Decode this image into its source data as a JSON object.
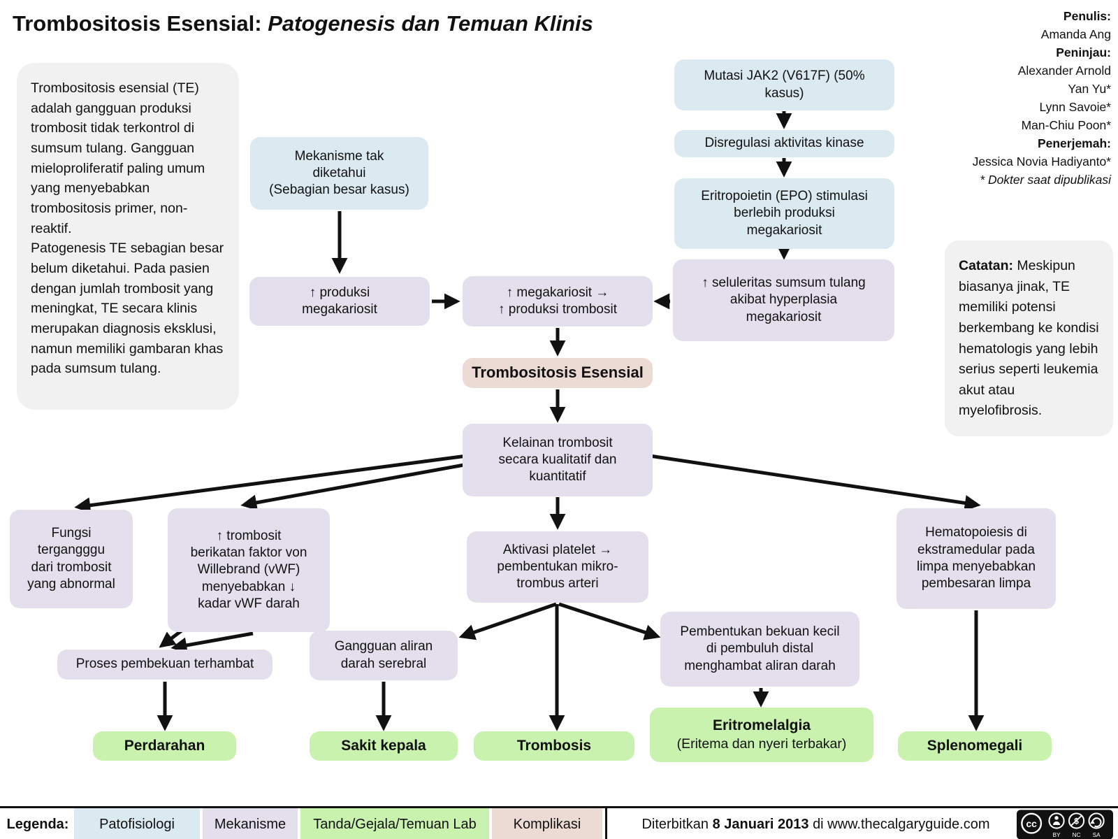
{
  "title": {
    "main": "Trombositosis Esensial:",
    "subtitle": "Patogenesis dan Temuan Klinis"
  },
  "credits": {
    "lines": [
      {
        "text": "Penulis:"
      },
      {
        "text": "Amanda Ang"
      },
      {
        "text": "Peninjau:"
      },
      {
        "text": "Alexander Arnold"
      },
      {
        "text": "Yan Yu*"
      },
      {
        "text": "Lynn Savoie*"
      },
      {
        "text": "Man-Chiu Poon*"
      },
      {
        "text": "Penerjemah:"
      },
      {
        "text": "Jessica Novia Hadiyanto*"
      },
      {
        "text": "* Dokter saat dipublikasi"
      }
    ]
  },
  "intro_box": {
    "text": "Trombositosis esensial (TE) adalah gangguan produksi trombosit tidak terkontrol di sumsum tulang. Gangguan mieloproliferatif paling umum yang menyebabkan trombositosis primer, non-reaktif.\nPatogenesis TE sebagian besar belum diketahui. Pada pasien dengan jumlah trombosit yang meningkat, TE secara klinis merupakan diagnosis eksklusi, namun memiliki gambaran khas pada sumsum tulang."
  },
  "note_box": {
    "label": "Catatan:",
    "text": " Meskipun biasanya jinak, TE memiliki potensi berkembang ke kondisi hematologis yang lebih serius seperti leukemia akut atau myelofibrosis."
  },
  "nodes": {
    "mekanisme_tak_diketahui": "Mekanisme tak\ndiketahui\n(Sebagian besar kasus)",
    "mutasi_jak2": "Mutasi JAK2 (V617F) (50%\nkasus)",
    "disregulasi_kinase": "Disregulasi aktivitas kinase",
    "epo_stimulasi": "Eritropoietin (EPO) stimulasi\nberlebih produksi\nmegakariosit",
    "seluleritas": "↑ seluleritas sumsum tulang\nakibat hyperplasia\nmegakariosit",
    "produksi_megakariosit": "↑ produksi\nmegakariosit",
    "megakariosit_trombosit": "↑ megakariosit →\n↑ produksi trombosit",
    "trombositosis_esensial": "Trombositosis Esensial",
    "kelainan_trombosit": "Kelainan trombosit\nsecara kualitatif dan\nkuantitatif",
    "fungsi_terganggu": "Fungsi\ntergangggu\ndari trombosit\nyang abnormal",
    "vwf": "↑ trombosit\nberikatan faktor von\nWillebrand (vWF)\nmenyebabkan ↓\nkadar vWF darah",
    "proses_pembekuan": "Proses pembekuan terhambat",
    "gangguan_aliran": "Gangguan aliran\ndarah serebral",
    "aktivasi_platelet": "Aktivasi platelet →\npembentukan mikro-\ntrombus arteri",
    "bekuan_kecil": "Pembentukan bekuan kecil\ndi pembuluh distal\nmenghambat aliran darah",
    "hematopoiesis": "Hematopoiesis di\nekstramedular pada\nlimpa menyebabkan\npembesaran limpa",
    "perdarahan": "Perdarahan",
    "sakit_kepala": "Sakit kepala",
    "trombosis": "Trombosis",
    "eritromelalgia_title": "Eritromelalgia",
    "eritromelalgia_subtitle": "(Eritema dan nyeri terbakar)",
    "splenomegali": "Splenomegali"
  },
  "legend": {
    "label": "Legenda:",
    "items": [
      {
        "label": "Patofisiologi",
        "color": "#dbe9f1"
      },
      {
        "label": "Mekanisme",
        "color": "#e4dfec"
      },
      {
        "label": "Tanda/Gejala/Temuan Lab",
        "color": "#c9f2ae"
      },
      {
        "label": "Komplikasi",
        "color": "#ecdbd4"
      }
    ]
  },
  "footer": {
    "published_prefix": "Diterbitkan ",
    "published_date": "8 Januari 2013",
    "published_suffix": " di www.thecalgaryguide.com",
    "license": {
      "cc": "cc",
      "by": "BY",
      "nc": "NC",
      "sa": "SA"
    }
  },
  "colors": {
    "patofisiologi": "#dbe9f1",
    "mekanisme": "#e4dfec",
    "tanda_gejala_temuan_lab": "#c9f2ae",
    "komplikasi": "#ecdbd4",
    "info_box": "#f1f1f1",
    "arrow": "#111111"
  }
}
